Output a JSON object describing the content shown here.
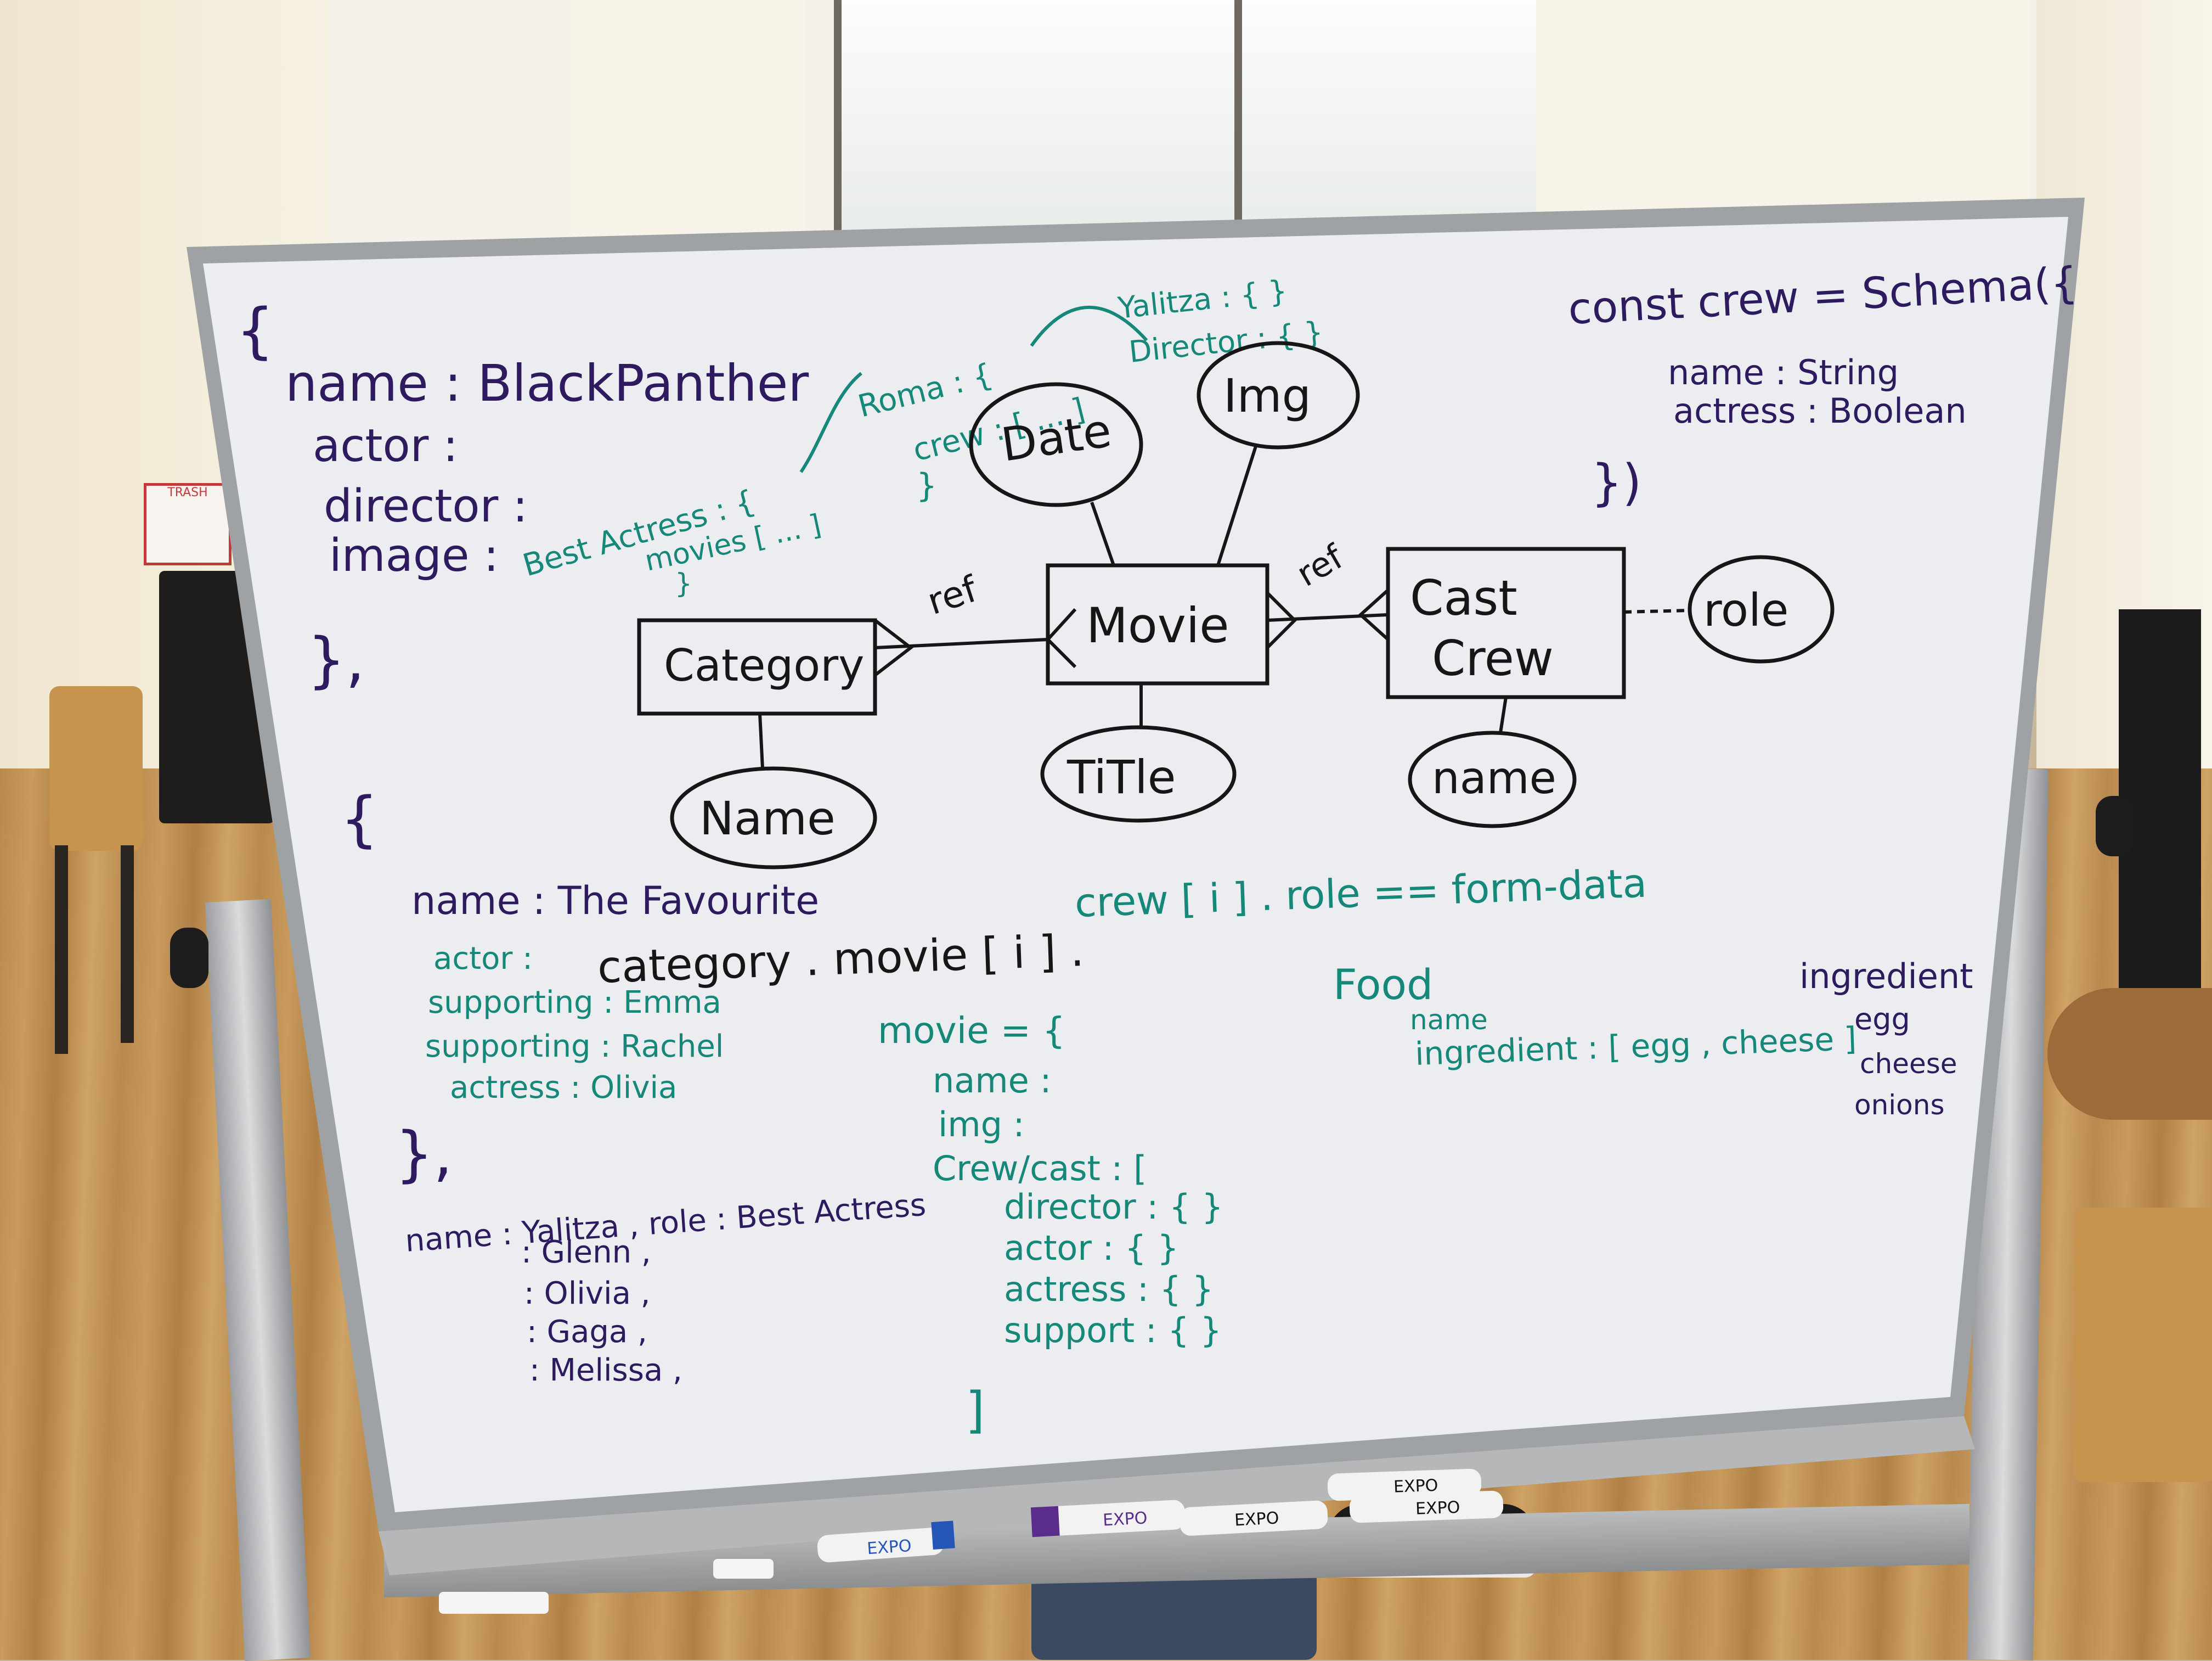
{
  "board": {
    "left_block": {
      "open": "{",
      "lines": [
        "name : BlackPanther",
        "actor :",
        "director :",
        "image :"
      ],
      "close": "},"
    },
    "roma": {
      "head": "Roma : {",
      "crew": "crew : [ ... ]",
      "close": "}",
      "best": "Best Actress : {",
      "movies": "movies [ ... ]",
      "best_close": "}"
    },
    "yalitza": {
      "line1": "Yalitza : {   }",
      "line2": "Director : {   }"
    },
    "erd": {
      "category": "Category",
      "movie": "Movie",
      "cast_crew_1": "Cast",
      "cast_crew_2": "Crew",
      "date": "Date",
      "img": "Img",
      "title": "TiTle",
      "name_cat": "Name",
      "name_crew": "name",
      "role": "role",
      "ref1": "ref",
      "ref2": "ref"
    },
    "schema": {
      "line1": "const crew = Schema({",
      "line2": "name : String",
      "line3": "actress : Boolean",
      "close": "})"
    },
    "second_block": {
      "open": "{",
      "name": "name : The Favourite",
      "actor": "actor :",
      "supporting1": "supporting : Emma",
      "supporting2": "supporting : Rachel",
      "actress": "actress : Olivia",
      "close": "},"
    },
    "path_expr": {
      "black": "category . movie [ i ] .",
      "teal": "crew [ i ] . role == form-data"
    },
    "movie_obj": {
      "head": "movie = {",
      "name": "name :",
      "img": "img :",
      "crew": "Crew/cast : [",
      "director": "director : {   }",
      "actor": "actor : {   }",
      "actress": "actress : {   }",
      "support": "support : {   }",
      "close": "]"
    },
    "food": {
      "head": "Food",
      "name": "name",
      "ingredient": "ingredient : [ egg , cheese ]"
    },
    "ingredient_list": {
      "head": "ingredient",
      "items": [
        "egg",
        "cheese",
        "onions"
      ]
    },
    "names_list": {
      "head": "name : Yalitza , role : Best Actress",
      "items": [
        ": Glenn ,",
        ": Olivia ,",
        ": Gaga ,",
        ": Melissa ,"
      ]
    }
  },
  "markers": [
    "EXPO",
    "EXPO",
    "EXPO",
    "EXPO",
    "EXPO"
  ],
  "trash_sign": "TRASH",
  "colors": {
    "purple_ink": "#2e1a5e",
    "teal_ink": "#15887a",
    "black_ink": "#161616",
    "board": "#ebedf0"
  }
}
